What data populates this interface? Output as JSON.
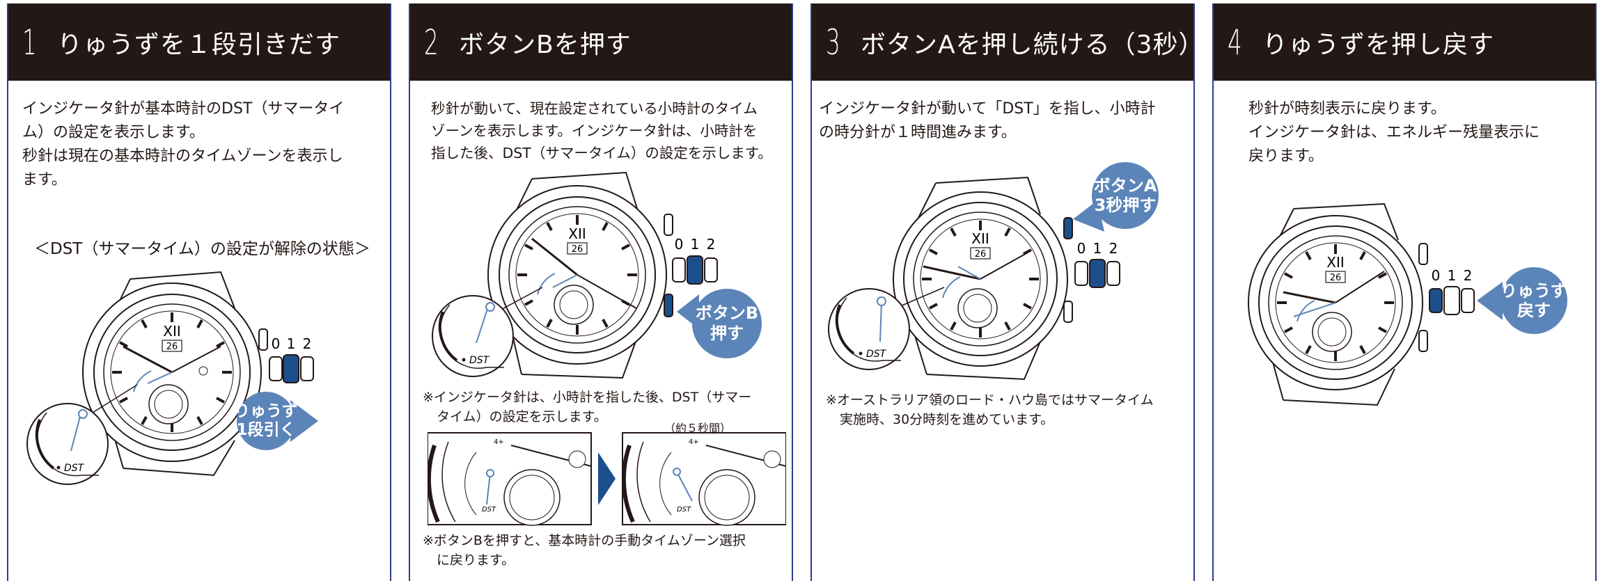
{
  "panels": [
    {
      "num": "1",
      "title": "りゅうずを１段引きだす",
      "desc": [
        "インジケータ針が基本時計のDST（サマータイ",
        "ム）の設定を表示します。",
        "秒針は現在の基本時計のタイムゾーンを表示し",
        "ます。"
      ],
      "state_label": "＜DST（サマータイム）の設定が解除の状態＞",
      "action": [
        "りゅうず",
        "1段引く"
      ],
      "crown_labels": [
        "0",
        "1",
        "2"
      ],
      "dial_date": "26",
      "dial_roman": "XII",
      "zoom_label": "DST"
    },
    {
      "num": "2",
      "title": "ボタンBを押す",
      "desc": [
        "秒針が動いて、現在設定されている小時計のタイム",
        "ゾーンを表示します。インジケータ針は、小時計を",
        "指した後、DST（サマータイム）の設定を示します。"
      ],
      "action": [
        "ボタンB",
        "押す"
      ],
      "crown_labels": [
        "0",
        "1",
        "2"
      ],
      "dial_date": "26",
      "dial_roman": "XII",
      "zoom_label": "DST",
      "note1": [
        "※インジケータ針は、小時計を指した後、DST（サマー",
        "タイム）の設定を示します。"
      ],
      "interval": "（約５秒間）",
      "note2": [
        "※ボタンBを押すと、基本時計の手動タイムゾーン選択",
        "に戻ります。"
      ],
      "detail_scale_label": "4+",
      "detail_dst": "DST"
    },
    {
      "num": "3",
      "title": "ボタンAを押し続ける（3秒）",
      "desc": [
        "インジケータ針が動いて「DST」を指し、小時計",
        "の時分針が１時間進みます。"
      ],
      "action": [
        "ボタンA",
        "3秒押す"
      ],
      "crown_labels": [
        "0",
        "1",
        "2"
      ],
      "dial_date": "26",
      "dial_roman": "XII",
      "zoom_label": "DST",
      "note": [
        "※オーストラリア領のロード・ハウ島ではサマータイム",
        "実施時、30分時刻を進めています。"
      ]
    },
    {
      "num": "4",
      "title": "りゅうずを押し戻す",
      "desc": [
        "秒針が時刻表示に戻ります。",
        "インジケータ針は、エネルギー残量表示に",
        "戻ります。"
      ],
      "action": [
        "りゅうず",
        "戻す"
      ],
      "crown_labels": [
        "0",
        "1",
        "2"
      ],
      "dial_date": "26",
      "dial_roman": "XII"
    }
  ],
  "colors": {
    "header_bg": "#231815",
    "accent_blue": "#5b84b8",
    "crown_blue": "#1d4f8c",
    "border": "#2e3e8c"
  }
}
